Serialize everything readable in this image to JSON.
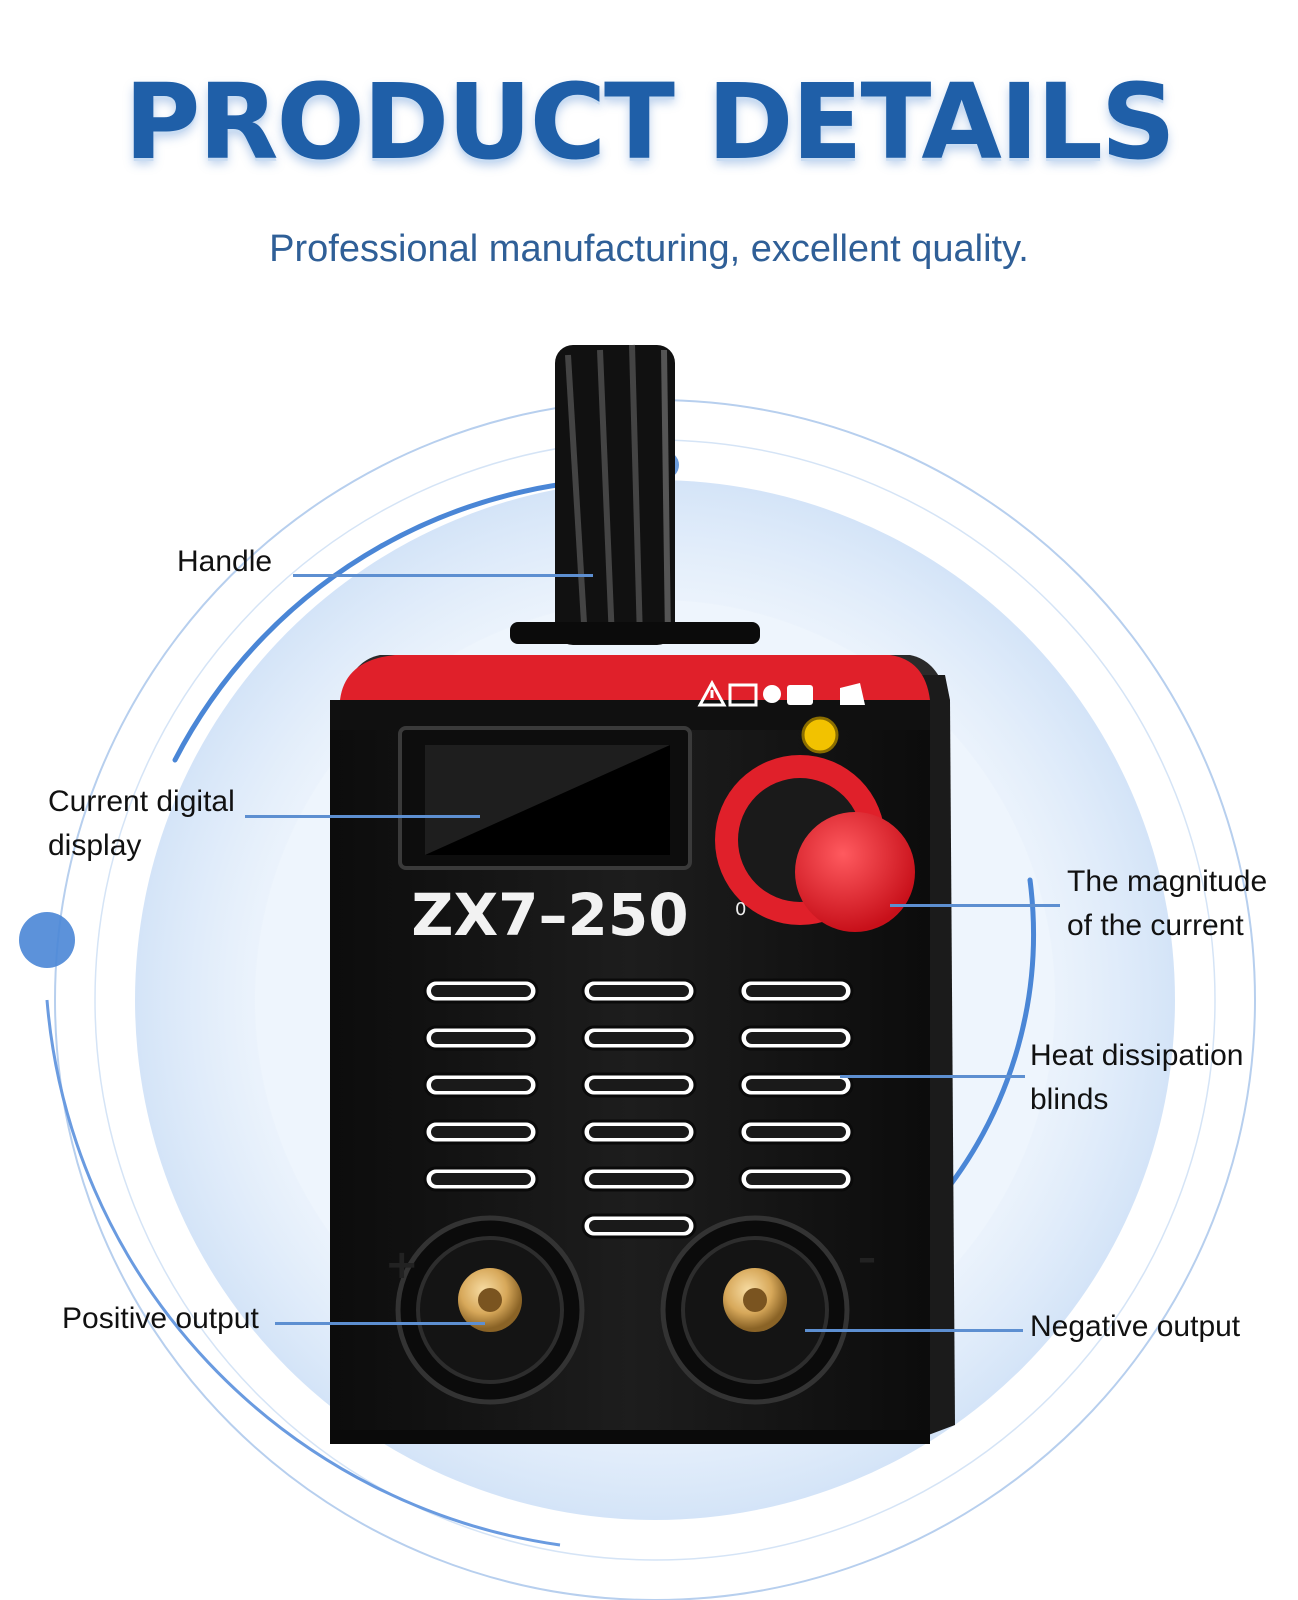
{
  "header": {
    "title": "PRODUCT DETAILS",
    "subtitle": "Professional manufacturing, excellent quality."
  },
  "product": {
    "model": "ZX7–250",
    "dial_min_label": "0",
    "positive_terminal_symbol": "+",
    "negative_terminal_symbol": "–",
    "warning_icons": [
      "warning-triangle-icon",
      "manual-icon",
      "fan-icon",
      "socket-icon",
      "glove-icon"
    ],
    "indicator_color": "#f2c200"
  },
  "callouts": {
    "handle": "Handle",
    "display": "Current digital\ndisplay",
    "current": "The magnitude\nof the current",
    "blinds": "Heat dissipation\nblinds",
    "positive": "Positive output",
    "negative": "Negative output"
  },
  "colors": {
    "title": "#1f5fa8",
    "subtitle": "#2f5f97",
    "accent_red": "#e0202a",
    "body_black": "#161616",
    "ring_blue": "#5d8fd1",
    "glow_blue": "#cfe1f7",
    "terminal_brass": "#d7a85a"
  }
}
